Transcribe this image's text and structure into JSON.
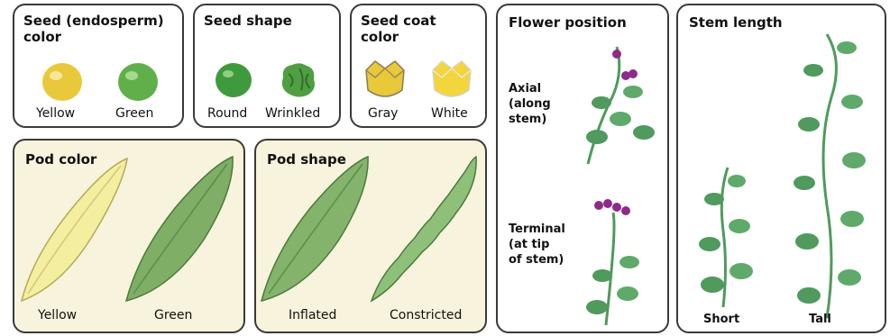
{
  "panels": {
    "seed_color": {
      "title": "Seed (endosperm) color",
      "labels": [
        "Yellow",
        "Green"
      ]
    },
    "seed_shape": {
      "title": "Seed shape",
      "labels": [
        "Round",
        "Wrinkled"
      ]
    },
    "seed_coat": {
      "title": "Seed coat color",
      "labels": [
        "Gray",
        "White"
      ]
    },
    "flower_position": {
      "title": "Flower position",
      "axial": "Axial (along stem)",
      "terminal": "Terminal (at tip of stem)"
    },
    "stem_length": {
      "title": "Stem length",
      "labels": [
        "Short",
        "Tall"
      ]
    },
    "pod_color": {
      "title": "Pod color",
      "labels": [
        "Yellow",
        "Green"
      ]
    },
    "pod_shape": {
      "title": "Pod shape",
      "labels": [
        "Inflated",
        "Constricted"
      ]
    }
  },
  "colors": {
    "yellow_seed": "#e9c93b",
    "green_seed": "#5fb04a",
    "panel_cream": "#f8f3dc",
    "leaf": "#4f9a5c",
    "flower": "#8e2a8a"
  }
}
